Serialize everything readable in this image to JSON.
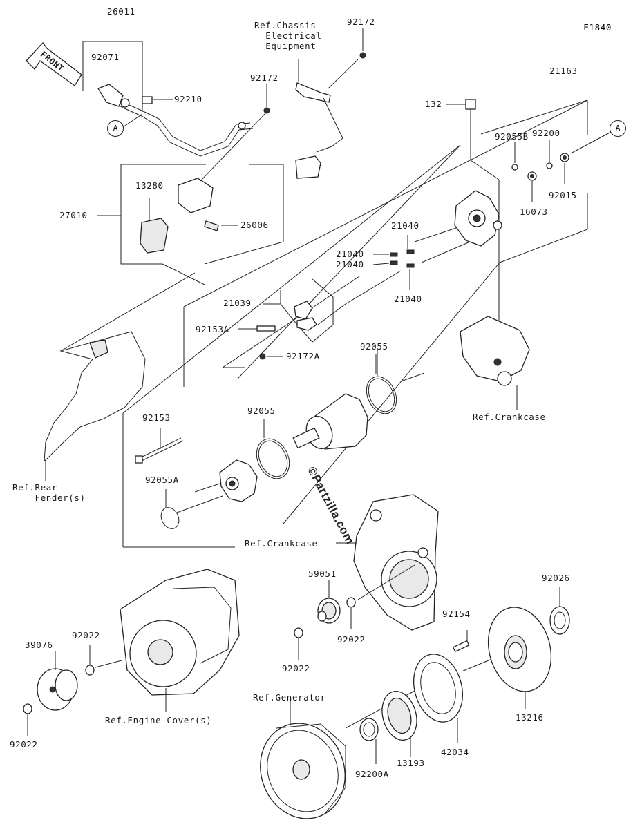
{
  "diagram_id": "E1840",
  "front_arrow": "FRONT",
  "watermark": "©Partzilla.com",
  "callouts": {
    "p26011": "26011",
    "p92071": "92071",
    "p92210": "92210",
    "p92172a": "92172",
    "p92172b": "92172",
    "p27010": "27010",
    "p13280": "13280",
    "p26006": "26006",
    "p132": "132",
    "p21163": "21163",
    "p92055b": "92055B",
    "p92200": "92200",
    "p16073": "16073",
    "p92015": "92015",
    "p21040a": "21040",
    "p21040b": "21040",
    "p21040c": "21040",
    "p21040d": "21040",
    "p21039": "21039",
    "p92153a": "92153A",
    "p92172A": "92172A",
    "p92055a": "92055",
    "p92055b2": "92055",
    "p92153": "92153",
    "p92055A": "92055A",
    "p59051": "59051",
    "p92022a": "92022",
    "p92022b": "92022",
    "p92022c": "92022",
    "p92022d": "92022",
    "p39076": "39076",
    "p92154": "92154",
    "p92026": "92026",
    "p13216": "13216",
    "p42034": "42034",
    "p13193": "13193",
    "p92200A": "92200A"
  },
  "references": {
    "chassis": "Ref.Chassis\n  Electrical\n  Equipment",
    "rear_fender": "Ref.Rear\n    Fender(s)",
    "crankcase_right": "Ref.Crankcase",
    "crankcase_center": "Ref.Crankcase",
    "engine_cover": "Ref.Engine Cover(s)",
    "generator": "Ref.Generator"
  },
  "connector_tags": {
    "tag_left": "A",
    "tag_right": "A"
  }
}
